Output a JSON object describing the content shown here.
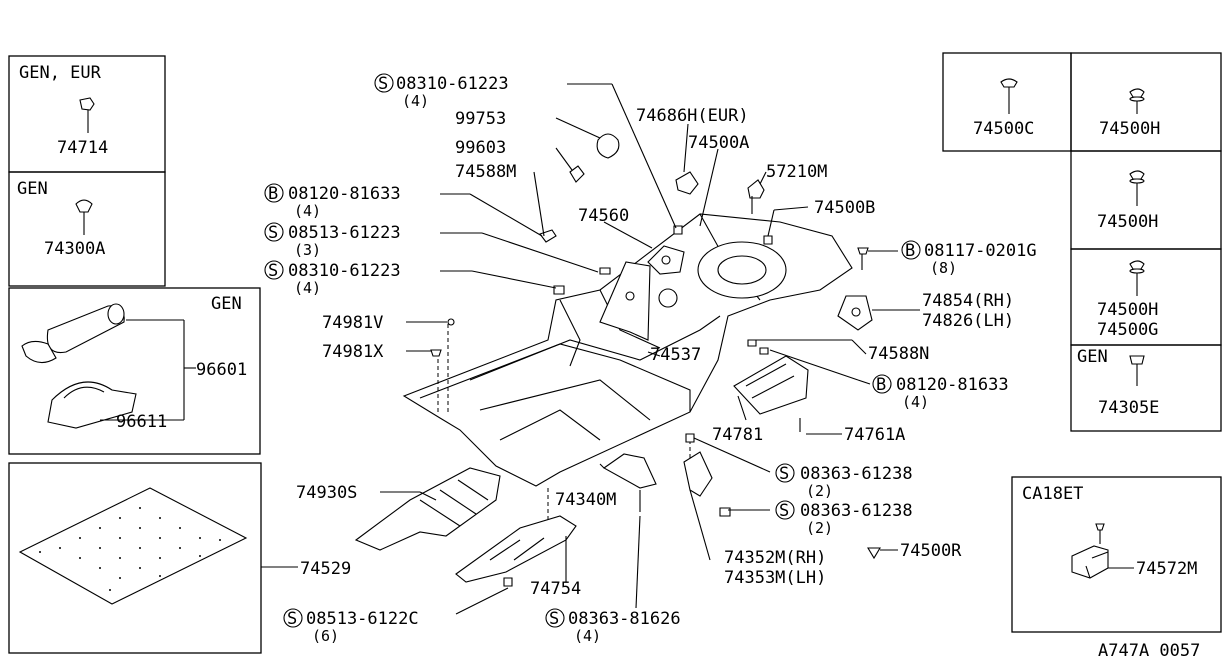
{
  "diagram": {
    "variant_boxes": {
      "gen_eur": {
        "title": "GEN, EUR",
        "part": "74714"
      },
      "gen_1": {
        "title": "GEN",
        "part": "74300A"
      },
      "gen_2": {
        "title": "GEN",
        "parts": [
          "96601",
          "96611"
        ]
      },
      "right_grid": {
        "c": "74500C",
        "h1": "74500H",
        "h2": "74500H",
        "h3": "74500H",
        "g": "74500G"
      },
      "gen_3": {
        "title": "GEN",
        "part": "74305E"
      },
      "ca18et": {
        "title": "CA18ET",
        "part": "74572M"
      }
    },
    "parts": {
      "p74529": "74529",
      "p99753": "99753",
      "p99603": "99603",
      "p74588M": "74588M",
      "p74560": "74560",
      "p74686H": "74686H(EUR)",
      "p74500A": "74500A",
      "p57210M": "57210M",
      "p74500B": "74500B",
      "p74854": "74854(RH)",
      "p74826": "74826(LH)",
      "p74588N": "74588N",
      "p74537": "74537",
      "p74981V": "74981V",
      "p74981X": "74981X",
      "p74781": "74781",
      "p74761A": "74761A",
      "p74930S": "74930S",
      "p74340M": "74340M",
      "p74754": "74754",
      "p74352M": "74352M(RH)",
      "p74353M": "74353M(LH)",
      "p74500R": "74500R"
    },
    "fasteners": {
      "f1": {
        "symbol": "S",
        "number": "08310-61223",
        "qty": "(4)"
      },
      "f2": {
        "symbol": "B",
        "number": "08120-81633",
        "qty": "(4)"
      },
      "f3": {
        "symbol": "S",
        "number": "08513-61223",
        "qty": "(3)"
      },
      "f4": {
        "symbol": "S",
        "number": "08310-61223",
        "qty": "(4)"
      },
      "f5": {
        "symbol": "B",
        "number": "08117-0201G",
        "qty": "(8)"
      },
      "f6": {
        "symbol": "B",
        "number": "08120-81633",
        "qty": "(4)"
      },
      "f7": {
        "symbol": "S",
        "number": "08363-61238",
        "qty": "(2)"
      },
      "f8": {
        "symbol": "S",
        "number": "08363-61238",
        "qty": "(2)"
      },
      "f9": {
        "symbol": "S",
        "number": "08513-6122C",
        "qty": "(6)"
      },
      "f10": {
        "symbol": "S",
        "number": "08363-81626",
        "qty": "(4)"
      }
    },
    "code": "A747A 0057"
  }
}
